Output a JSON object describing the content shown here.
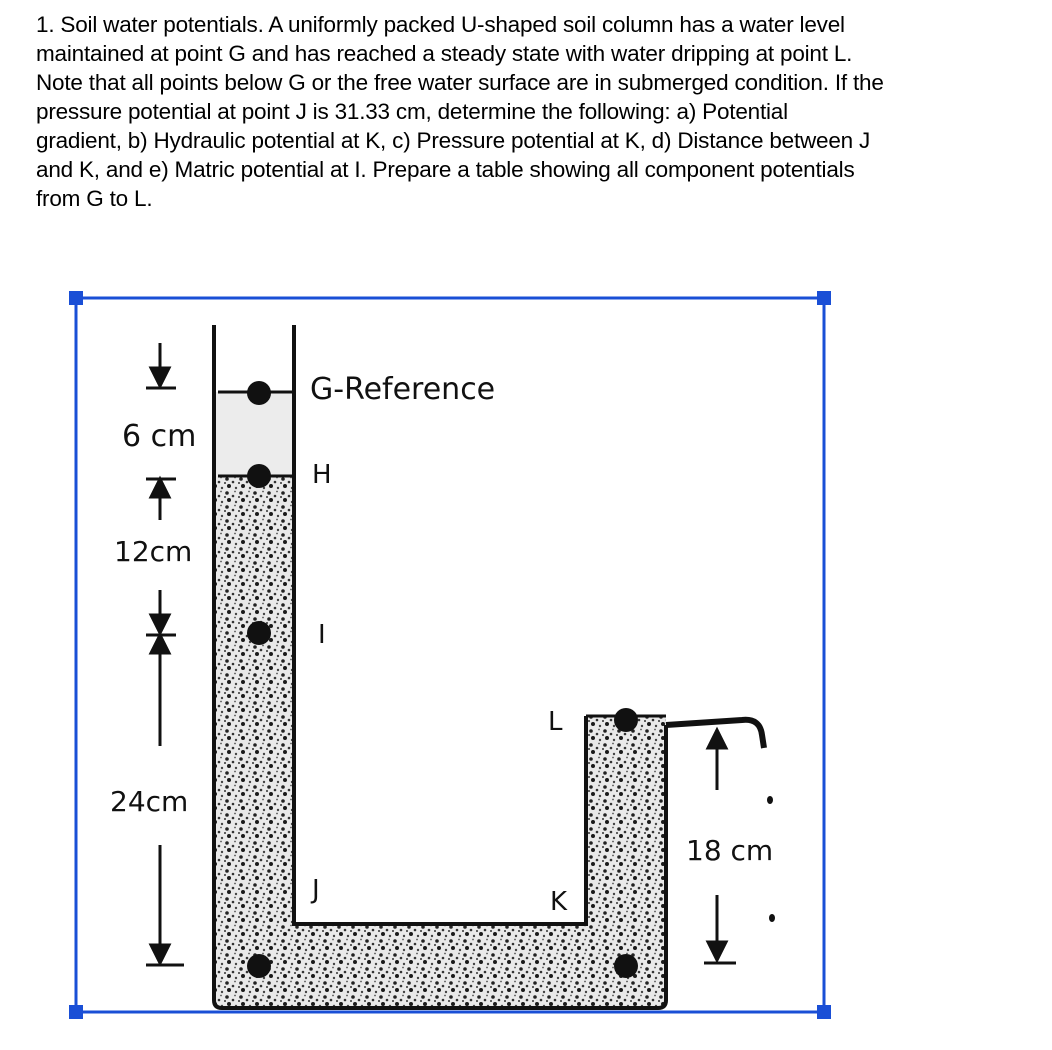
{
  "question": {
    "lines": [
      "1. Soil water potentials.  A uniformly packed U-shaped soil column has a water level",
      "maintained at point G and has reached a steady state with water dripping at point L.",
      "Note that all points below G or the free water surface are in submerged condition. If the",
      "pressure potential at point J is 31.33 cm, determine the following: a) Potential",
      "gradient,  b) Hydraulic potential at K,  c) Pressure potential at K,  d) Distance between J",
      "and K, and e) Matric potential at I.  Prepare a table showing all component potentials",
      "from G to L."
    ]
  },
  "diagram": {
    "labels": {
      "g_reference": "G-Reference",
      "h": "H",
      "i": "I",
      "j": "J",
      "k": "K",
      "l": "L",
      "dim_6": "6 cm",
      "dim_12": "12cm",
      "dim_24": "24cm",
      "dim_18": "18 cm"
    },
    "colors": {
      "selection_frame": "#1a4fd6",
      "ink": "#111111",
      "soil_fill": "#e6e6e6",
      "water_fill": "#ececec"
    }
  }
}
